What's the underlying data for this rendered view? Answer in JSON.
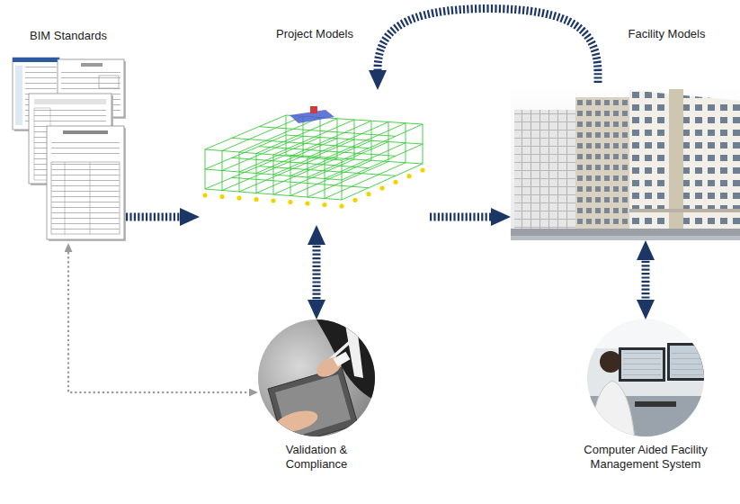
{
  "diagram": {
    "nodes": [
      {
        "text": [
          "BIM Standards"
        ]
      },
      {
        "text": [
          "Project Models"
        ]
      },
      {
        "text": [
          "Facility Models"
        ]
      },
      {
        "text": [
          "Validation & Compliance"
        ]
      },
      {
        "text": [
          "Computer Aided Facility Management System"
        ]
      }
    ],
    "edges": [
      {
        "from": 0,
        "to": 1,
        "arrow": "to"
      },
      {
        "from": 1,
        "to": 2,
        "arrow": "to"
      },
      {
        "from": 2,
        "to": 1,
        "arrow": "to"
      },
      {
        "from": 1,
        "to": 3,
        "arrow": "both"
      },
      {
        "from": 2,
        "to": 4,
        "arrow": "both"
      },
      {
        "from": 0,
        "to": 3,
        "arrow": "both"
      }
    ]
  }
}
